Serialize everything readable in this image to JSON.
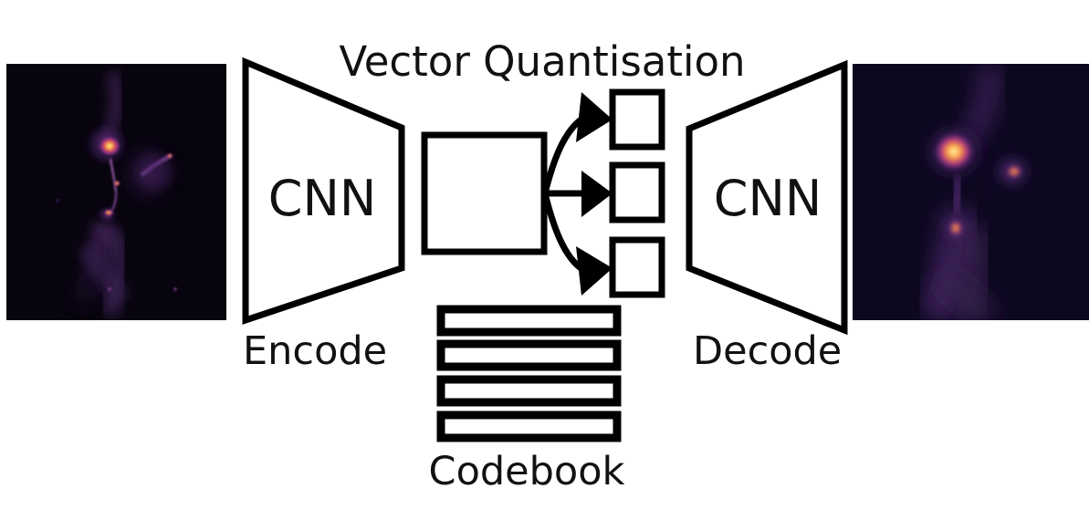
{
  "figure": {
    "title": "Vector Quantisation",
    "type": "architecture-diagram",
    "subject": "VQ-VAE encoder / vector quantisation / decoder pipeline"
  },
  "encoder": {
    "block_label": "CNN",
    "caption": "Encode"
  },
  "decoder": {
    "block_label": "CNN",
    "caption": "Decode"
  },
  "latent": {
    "name": "latent-feature-map",
    "label": ""
  },
  "quantised_tokens": [
    {
      "label": ""
    },
    {
      "label": ""
    },
    {
      "label": ""
    }
  ],
  "codebook": {
    "caption": "Codebook",
    "entries": [
      {
        "label": ""
      },
      {
        "label": ""
      },
      {
        "label": ""
      },
      {
        "label": ""
      }
    ]
  },
  "images": {
    "input": {
      "alt": "input-astronomical-image",
      "colormap": "inferno",
      "background": "#08040f"
    },
    "output": {
      "alt": "reconstructed-astronomical-image",
      "colormap": "inferno",
      "background": "#0d0820"
    }
  },
  "colors": {
    "stroke": "#000000",
    "text": "#111111",
    "page_background": "#ffffff",
    "image_dark": "#08040f",
    "image_highlight": "#fcf0a4",
    "image_mid": "#f0803c",
    "image_low": "#7a2a7f"
  }
}
